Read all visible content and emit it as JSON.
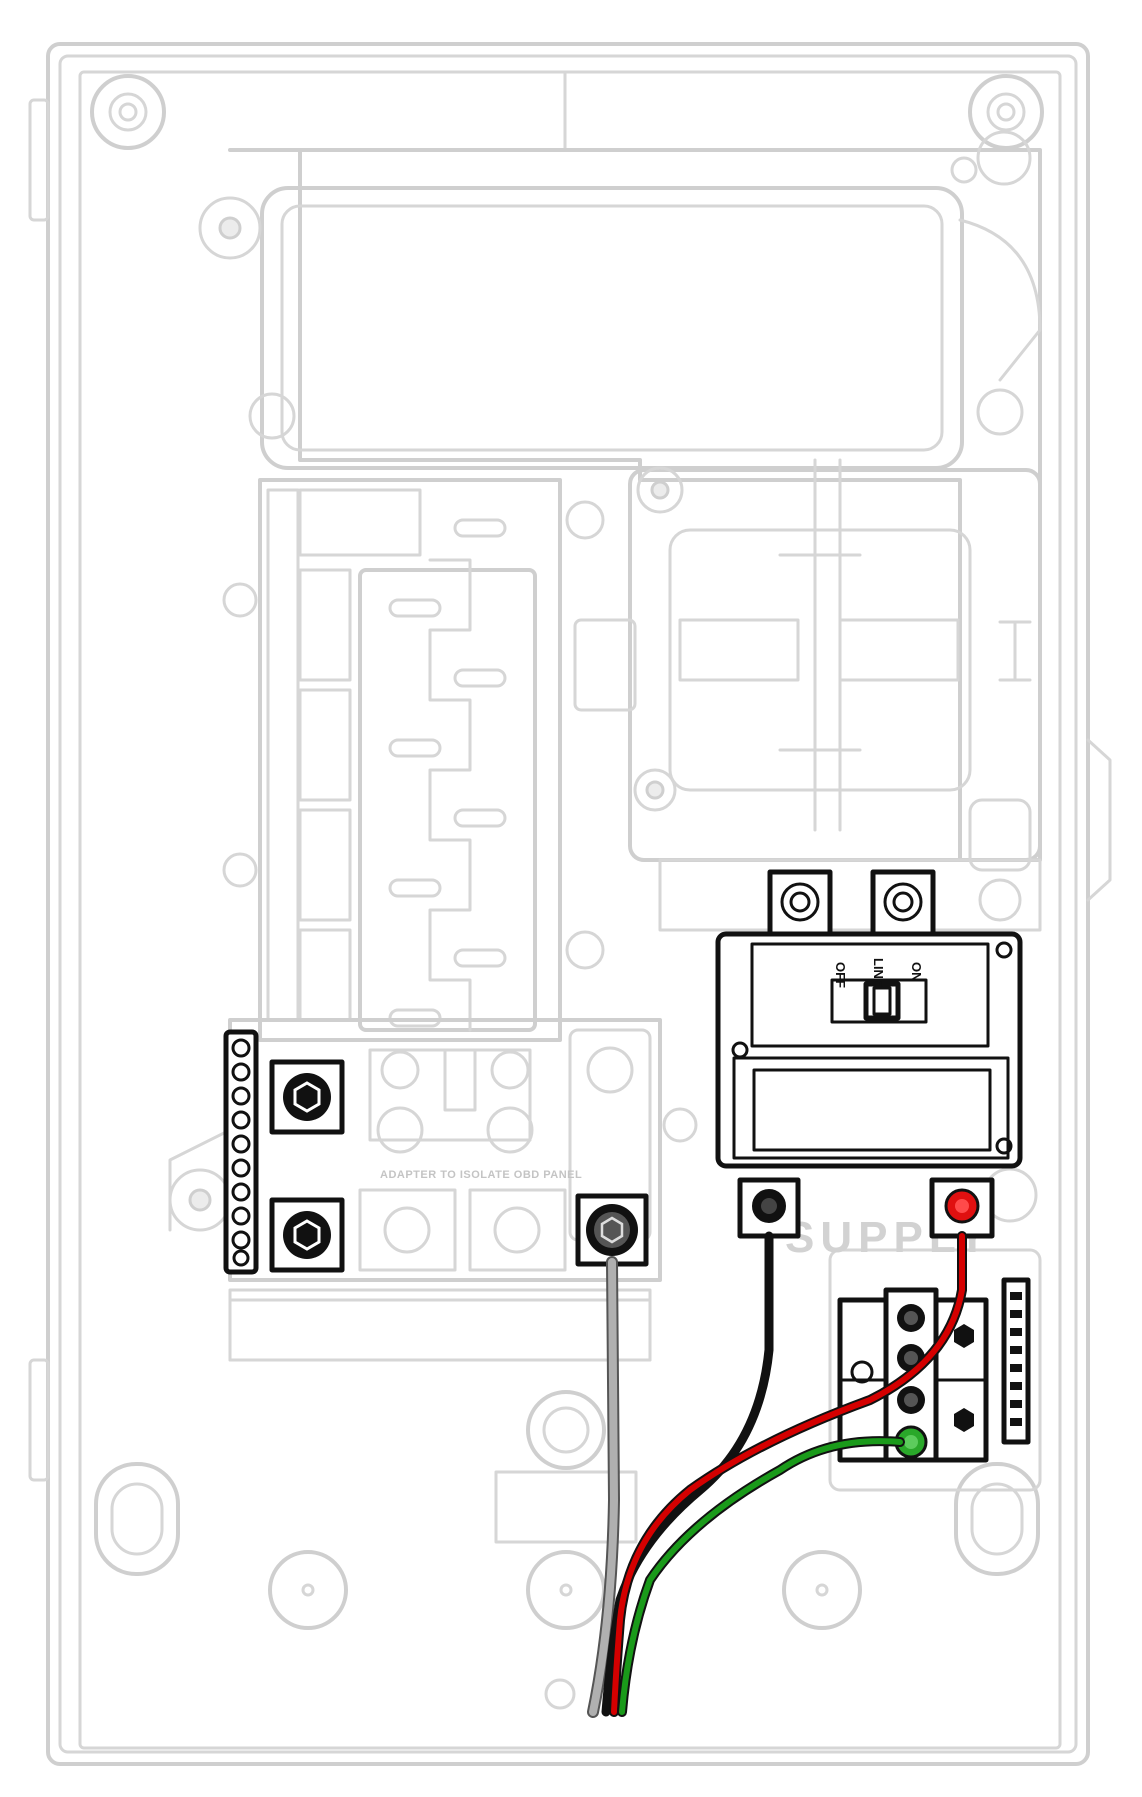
{
  "labels": {
    "bus_label": "ADAPTER TO ISOLATE OBD PANEL",
    "supply_label": "SUPPLY",
    "switch_off": "OFF",
    "switch_line": "LINE",
    "switch_on": "ON"
  },
  "colors": {
    "enclosure_outline": "#cfcfcf",
    "component": "#111111",
    "wire_black": "#111111",
    "wire_red": "#d40000",
    "wire_green": "#1a9a1a",
    "wire_gray": "#a8a8a8",
    "terminal_red": "#e01010",
    "terminal_green": "#2aa82a"
  },
  "icons": [
    "hex-bolt-icon",
    "terminal-screw-icon",
    "mounting-hole-icon"
  ]
}
